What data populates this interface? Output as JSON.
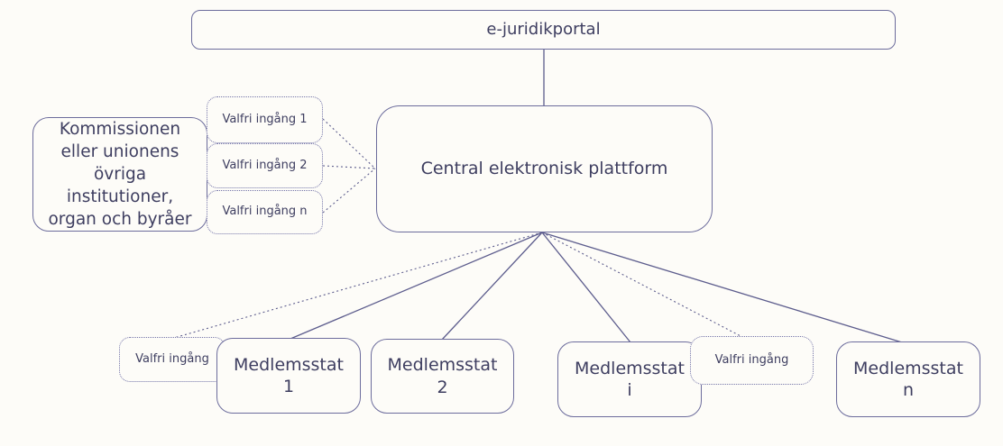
{
  "diagram": {
    "portal": {
      "label": "e-juridikportal"
    },
    "platform": {
      "label": "Central elektronisk plattform"
    },
    "institutions": {
      "lines": [
        "Kommissionen",
        "eller unionens",
        "övriga",
        "institutioner,",
        "organ och byråer"
      ]
    },
    "optional_entries_left": [
      {
        "label": "Valfri ingång 1"
      },
      {
        "label": "Valfri ingång 2"
      },
      {
        "label": "Valfri ingång n"
      }
    ],
    "optional_entry_bottom_left": {
      "label": "Valfri ingång"
    },
    "optional_entry_bottom_right": {
      "label": "Valfri ingång"
    },
    "member_states": [
      {
        "lines": [
          "Medlemsstat",
          "1"
        ]
      },
      {
        "lines": [
          "Medlemsstat",
          "2"
        ]
      },
      {
        "lines": [
          "Medlemsstat",
          "i"
        ]
      },
      {
        "lines": [
          "Medlemsstat",
          "n"
        ]
      }
    ],
    "colors": {
      "border": "#6c6c9c",
      "dotted_border": "#7474a8",
      "line": "#5d5d8d",
      "text": "#3e3e60",
      "background": "#fdfcf8"
    }
  }
}
